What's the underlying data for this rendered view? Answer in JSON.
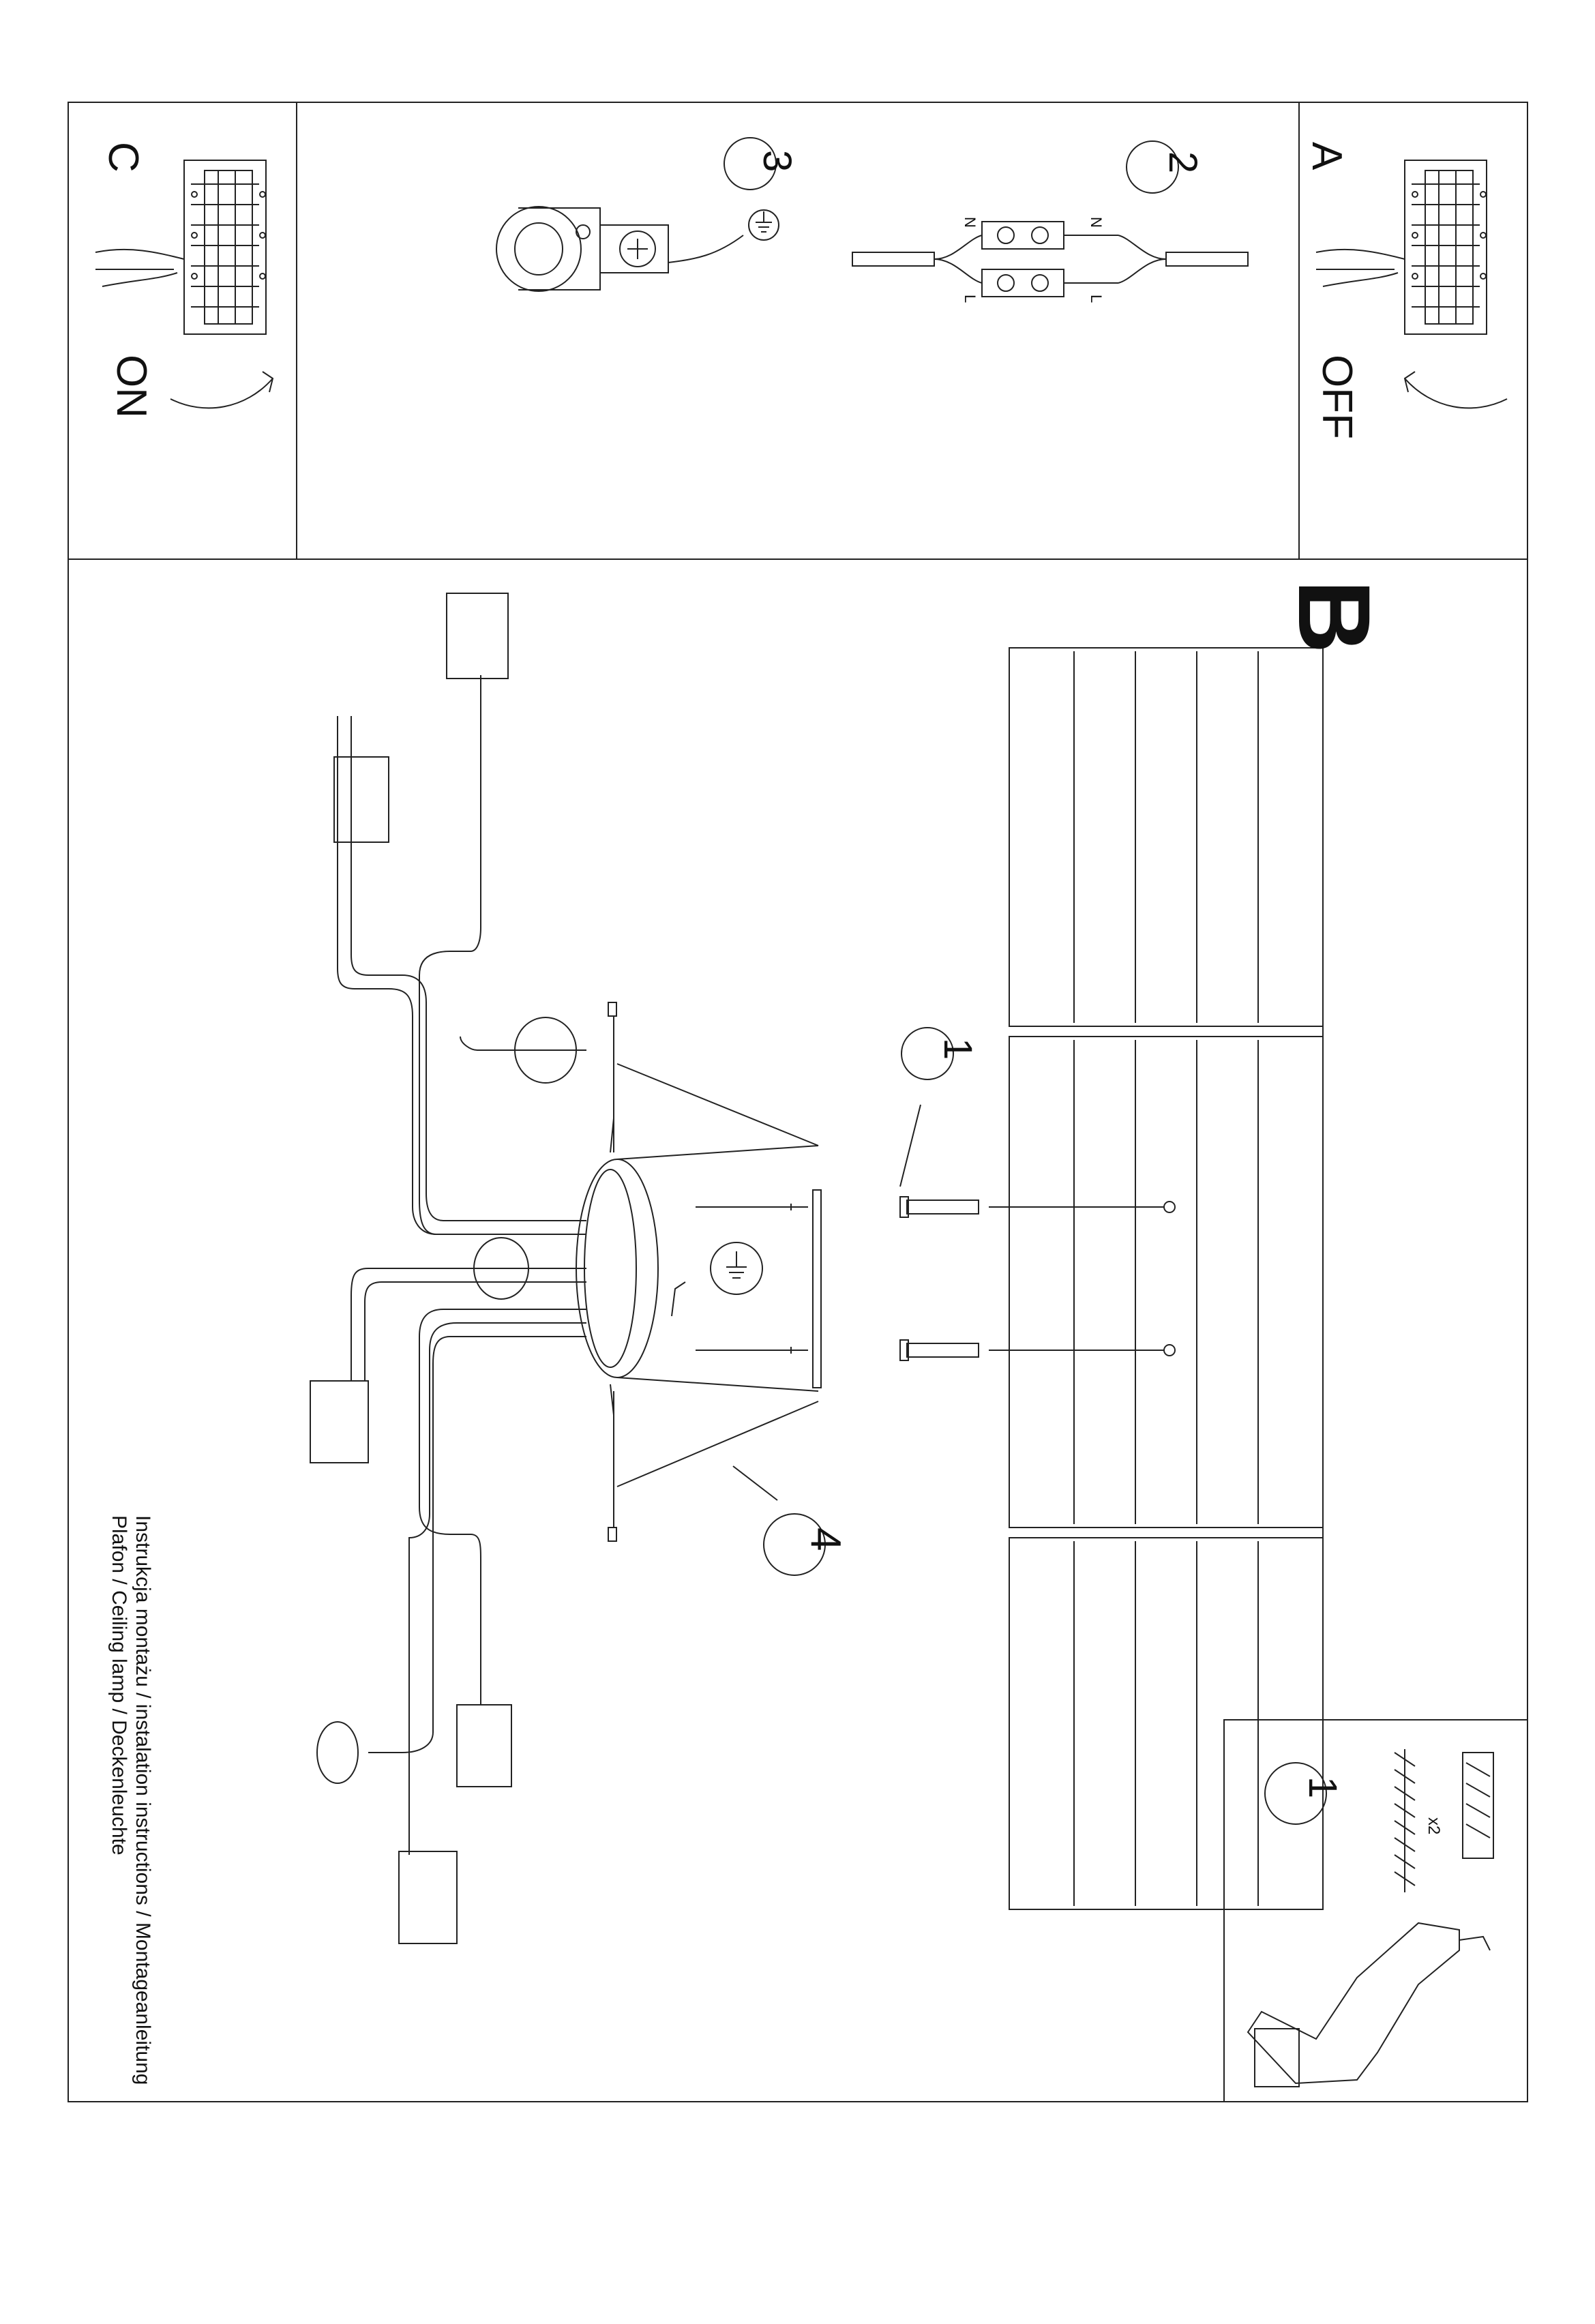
{
  "panels": {
    "a": {
      "letter": "A",
      "caption": "OFF"
    },
    "b": {
      "letter": "B"
    },
    "c": {
      "letter": "C",
      "caption": "ON"
    }
  },
  "callouts": {
    "one": "1",
    "two": "2",
    "three": "3",
    "four": "4"
  },
  "terminal_labels": {
    "n": "N",
    "l": "L"
  },
  "kit": {
    "number": "1",
    "quantity": "x2"
  },
  "title": {
    "line1": "Instrukcja montażu / instalation instructions / Montageanleitung",
    "line2": "Plafon / Ceiling lamp / Deckenleuchte"
  }
}
